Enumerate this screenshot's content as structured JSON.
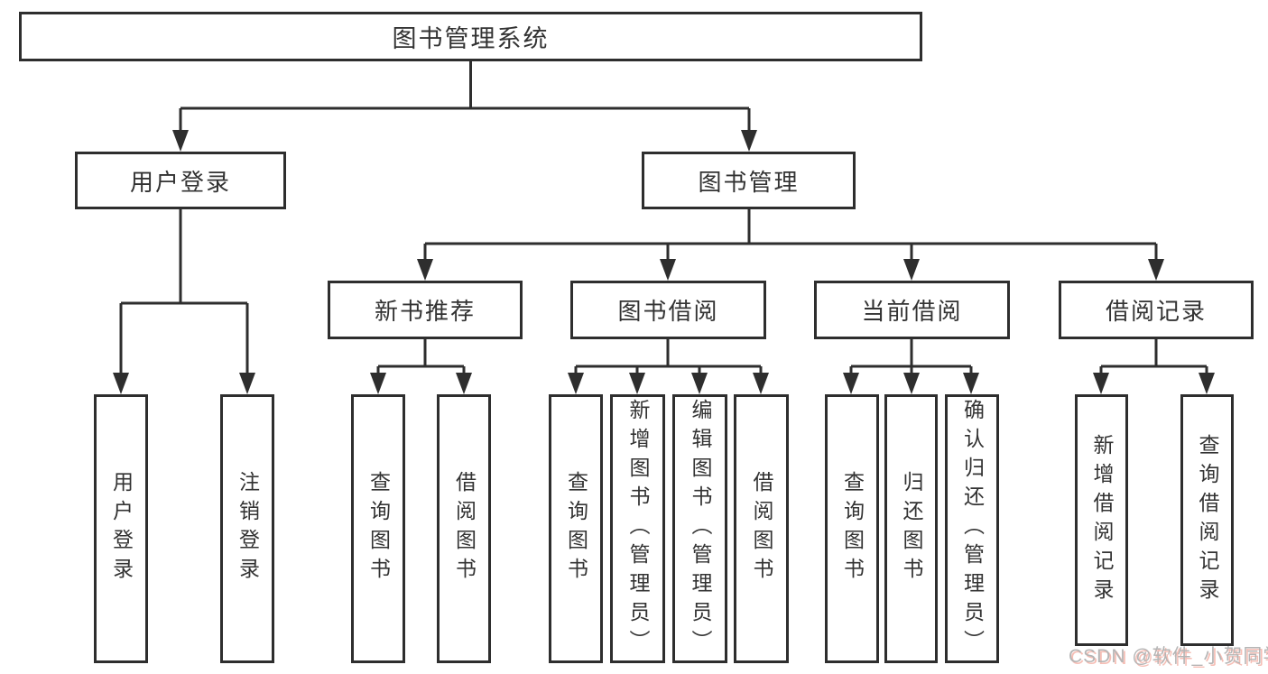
{
  "page": {
    "background": "#ffffff",
    "line_color": "#2e2e2e",
    "box_border_color": "#2e2e2e",
    "text_color": "#333333"
  },
  "watermark": {
    "text": "CSDN @软件_小贺同学",
    "color": "#b5b5b5"
  },
  "tree": {
    "root": {
      "label": "图书管理系统"
    },
    "children": [
      {
        "label": "用户登录",
        "children": [
          {
            "label": "用户登录"
          },
          {
            "label": "注销登录"
          }
        ]
      },
      {
        "label": "图书管理",
        "children": [
          {
            "label": "新书推荐",
            "children": [
              {
                "label": "查询图书"
              },
              {
                "label": "借阅图书"
              }
            ]
          },
          {
            "label": "图书借阅",
            "children": [
              {
                "label": "查询图书"
              },
              {
                "label": "新增图书（管理员）"
              },
              {
                "label": "编辑图书（管理员）"
              },
              {
                "label": "借阅图书"
              }
            ]
          },
          {
            "label": "当前借阅",
            "children": [
              {
                "label": "查询图书"
              },
              {
                "label": "归还图书"
              },
              {
                "label": "确认归还（管理员）"
              }
            ]
          },
          {
            "label": "借阅记录",
            "children": [
              {
                "label": "新增借阅记录"
              },
              {
                "label": "查询借阅记录"
              }
            ]
          }
        ]
      }
    ]
  }
}
